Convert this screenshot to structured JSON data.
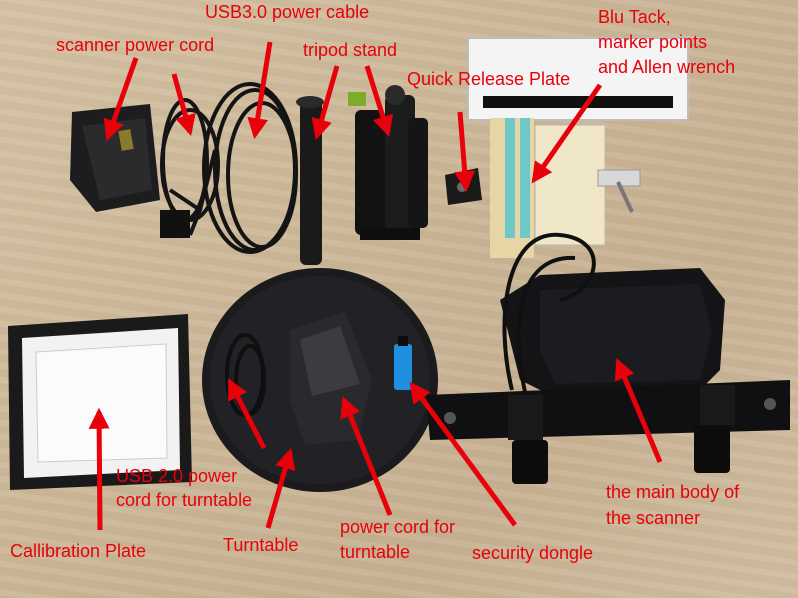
{
  "labels": {
    "usb3_power_cable": "USB3.0 power cable",
    "scanner_power_cord": "scanner power cord",
    "tripod_stand": "tripod stand",
    "blu_tack_line1": "Blu Tack,",
    "blu_tack_line2": "marker points",
    "blu_tack_line3": "and Allen wrench",
    "quick_release_plate": "Quick Release Plate",
    "usb2_line1": "USB 2.0 power",
    "usb2_line2": "cord for turntable",
    "main_body_line1": "the main body of",
    "main_body_line2": "the scanner",
    "calibration_plate": "Callibration Plate",
    "turntable": "Turntable",
    "power_cord_line1": "power cord for",
    "power_cord_line2": "turntable",
    "security_dongle": "security dongle"
  },
  "colors": {
    "label": "#e8000b",
    "arrow": "#e8000b",
    "table": "#cdb899"
  }
}
